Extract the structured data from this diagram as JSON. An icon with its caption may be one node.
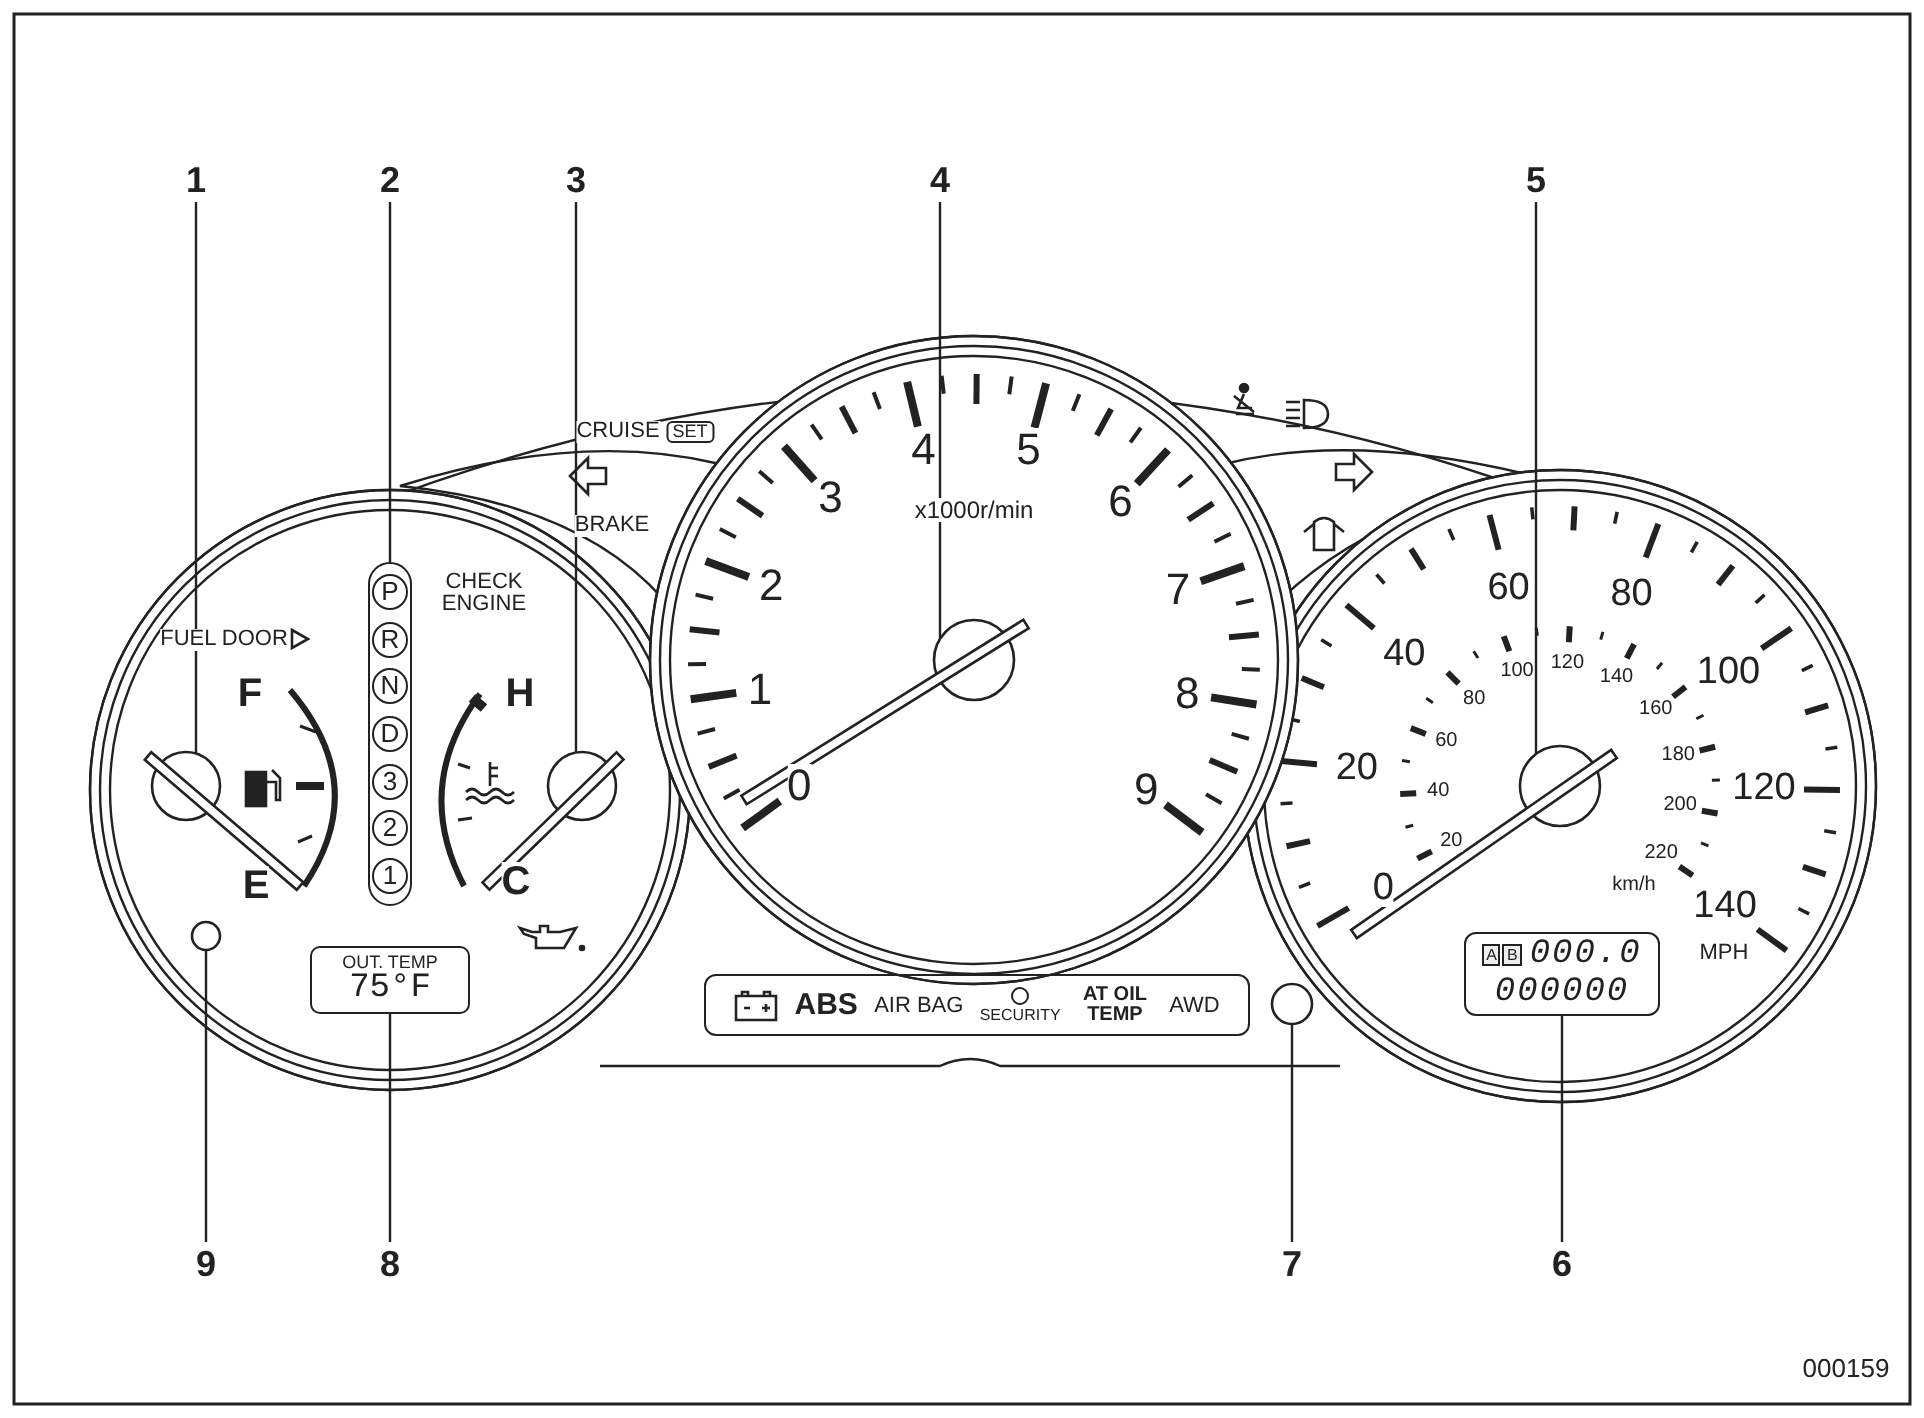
{
  "diagram": {
    "nodes": [
      {
        "text": [
          "1"
        ]
      },
      {
        "text": [
          "2"
        ]
      },
      {
        "text": [
          "3"
        ]
      },
      {
        "text": [
          "4"
        ]
      },
      {
        "text": [
          "5"
        ]
      },
      {
        "text": [
          "9"
        ]
      },
      {
        "text": [
          "8"
        ]
      },
      {
        "text": [
          "7"
        ]
      },
      {
        "text": [
          "6"
        ]
      },
      {
        "text": [],
        "shape": "circle"
      },
      {
        "text": [
          "P",
          "R",
          "N",
          "D",
          "3",
          "2",
          "1"
        ]
      },
      {
        "text": [],
        "shape": "circle"
      },
      {
        "text": [],
        "shape": "circle"
      },
      {
        "text": [],
        "shape": "circle"
      },
      {
        "text": [
          "A",
          "B",
          "000.0",
          "000000"
        ]
      },
      {
        "text": [],
        "shape": "circle"
      },
      {
        "text": [
          "OUT. TEMP",
          "75°F"
        ]
      },
      {
        "text": [],
        "shape": "circle"
      },
      {
        "text": [
          "ABS",
          "AIR BAG",
          "SECURITY",
          "AT OIL TEMP",
          "AWD"
        ]
      }
    ],
    "edges": [
      {
        "from": 0,
        "to": 9,
        "arrow": "none"
      },
      {
        "from": 1,
        "to": 10,
        "arrow": "none"
      },
      {
        "from": 2,
        "to": 11,
        "arrow": "none"
      },
      {
        "from": 3,
        "to": 12,
        "arrow": "none"
      },
      {
        "from": 4,
        "to": 13,
        "arrow": "none"
      },
      {
        "from": 5,
        "to": 17,
        "arrow": "none"
      },
      {
        "from": 6,
        "to": 16,
        "arrow": "none"
      },
      {
        "from": 7,
        "to": 15,
        "arrow": "none"
      },
      {
        "from": 8,
        "to": 14,
        "arrow": "none"
      }
    ],
    "labels": [
      "CRUISE",
      "SET",
      "BRAKE",
      "CHECK ENGINE",
      "FUEL DOOR",
      "F",
      "H",
      "E",
      "C",
      "0",
      "1",
      "2",
      "3",
      "4",
      "5",
      "6",
      "7",
      "8",
      "9",
      "x1000r/min",
      "0",
      "20",
      "40",
      "60",
      "80",
      "100",
      "120",
      "140",
      "20",
      "40",
      "60",
      "80",
      "100",
      "120",
      "140",
      "160",
      "180",
      "200",
      "220",
      "km/h",
      "MPH",
      "000159"
    ]
  }
}
